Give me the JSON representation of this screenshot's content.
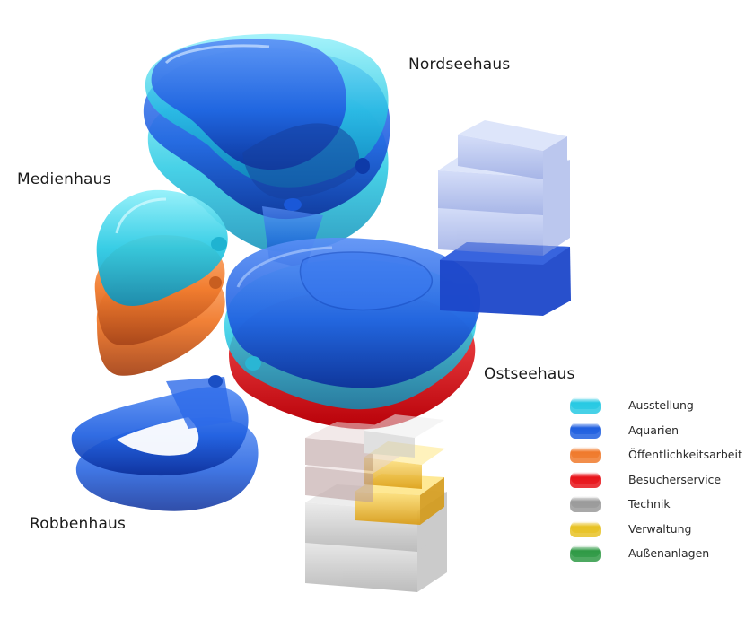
{
  "labels": {
    "nordseehaus": "Nordseehaus",
    "medienhaus": "Medienhaus",
    "ostseehaus": "Ostseehaus",
    "robbenhaus": "Robbenhaus"
  },
  "legend": [
    {
      "label": "Ausstellung",
      "color": "#27c9e3"
    },
    {
      "label": "Aquarien",
      "color": "#1f5fe0"
    },
    {
      "label": "Öffentlichkeitsarbeit",
      "color": "#f07a2c"
    },
    {
      "label": "Besucherservice",
      "color": "#e8141a"
    },
    {
      "label": "Technik",
      "color": "#9a9a9a"
    },
    {
      "label": "Verwaltung",
      "color": "#e8c224"
    },
    {
      "label": "Außenanlagen",
      "color": "#2f9a45"
    }
  ]
}
